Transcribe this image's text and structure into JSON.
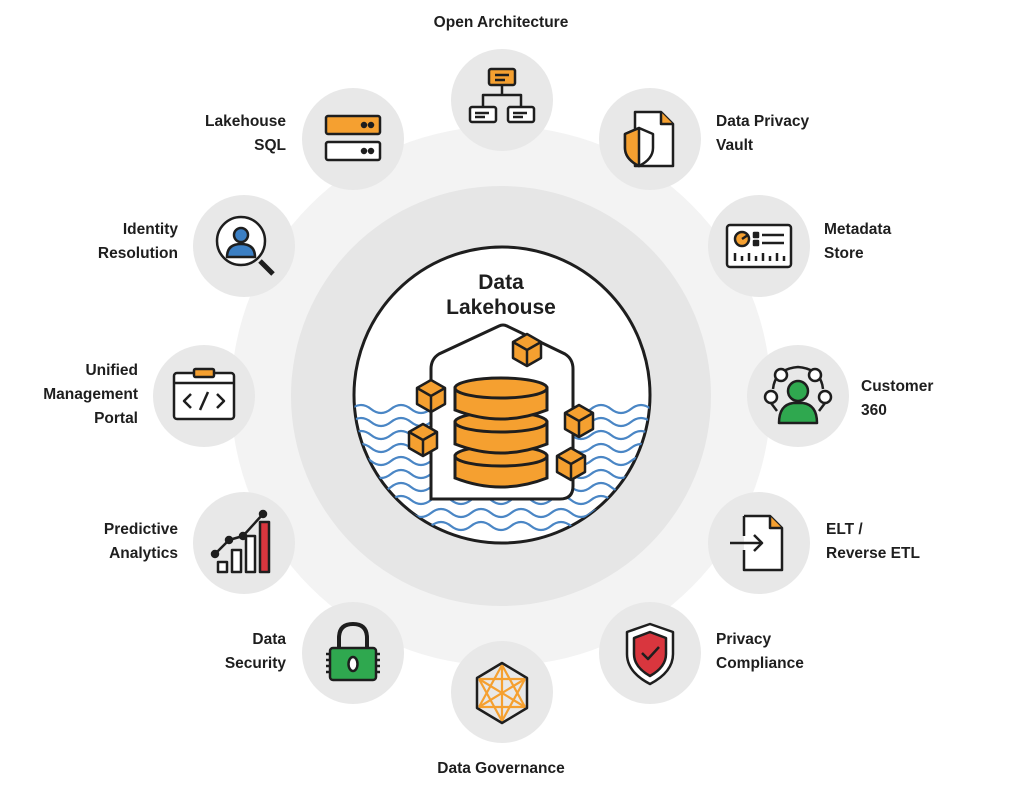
{
  "center": {
    "title_line1": "Data",
    "title_line2": "Lakehouse"
  },
  "nodes": [
    {
      "id": "open-architecture",
      "icon": "hierarchy-icon",
      "lines": [
        "Open Architecture"
      ]
    },
    {
      "id": "data-privacy-vault",
      "icon": "shield-document-icon",
      "lines": [
        "Data Privacy",
        "Vault"
      ]
    },
    {
      "id": "metadata-store",
      "icon": "dashboard-panel-icon",
      "lines": [
        "Metadata",
        "Store"
      ]
    },
    {
      "id": "customer-360",
      "icon": "customer-network-icon",
      "lines": [
        "Customer",
        "360"
      ]
    },
    {
      "id": "elt-reverse-etl",
      "icon": "file-import-icon",
      "lines": [
        "ELT /",
        "Reverse ETL"
      ]
    },
    {
      "id": "privacy-compliance",
      "icon": "shield-check-icon",
      "lines": [
        "Privacy",
        "Compliance"
      ]
    },
    {
      "id": "data-governance",
      "icon": "network-polygon-icon",
      "lines": [
        "Data Governance"
      ]
    },
    {
      "id": "data-security",
      "icon": "padlock-icon",
      "lines": [
        "Data",
        "Security"
      ]
    },
    {
      "id": "predictive-analytics",
      "icon": "bar-chart-trend-icon",
      "lines": [
        "Predictive",
        "Analytics"
      ]
    },
    {
      "id": "unified-management-portal",
      "icon": "code-folder-icon",
      "lines": [
        "Unified",
        "Management",
        "Portal"
      ]
    },
    {
      "id": "identity-resolution",
      "icon": "user-search-icon",
      "lines": [
        "Identity",
        "Resolution"
      ]
    },
    {
      "id": "lakehouse-sql",
      "icon": "database-server-icon",
      "lines": [
        "Lakehouse",
        "SQL"
      ]
    }
  ],
  "colors": {
    "orange": "#f5a030",
    "blue": "#3b7fc4",
    "green": "#2fa84f",
    "red": "#d9363e",
    "outline": "#1e1e1e",
    "node_bg": "#e8e8e8",
    "ring_outer": "#f3f3f3",
    "ring_inner": "#e6e6e6",
    "wave": "#4a86c5"
  }
}
